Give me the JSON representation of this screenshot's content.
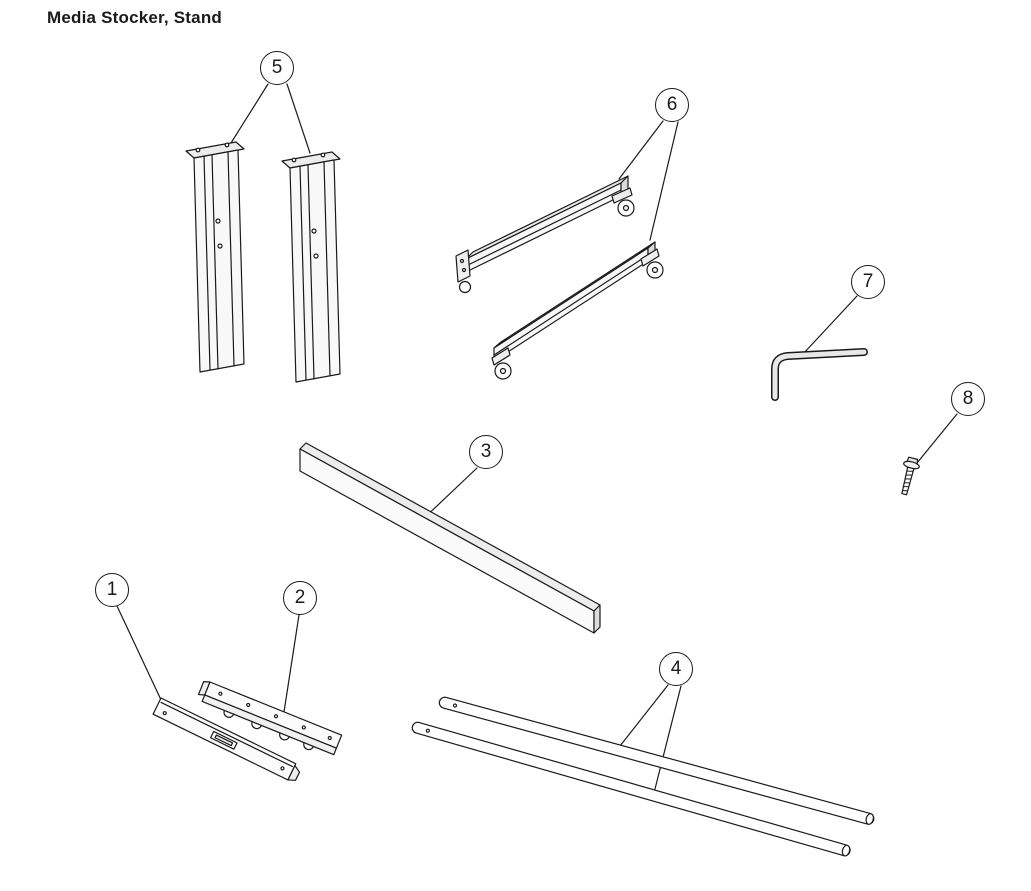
{
  "page": {
    "title": "Media Stocker, Stand"
  },
  "colors": {
    "background": "#ffffff",
    "line": "#1a1a1a"
  },
  "callouts": [
    {
      "label": "1"
    },
    {
      "label": "2"
    },
    {
      "label": "3"
    },
    {
      "label": "4"
    },
    {
      "label": "5"
    },
    {
      "label": "6"
    },
    {
      "label": "7"
    },
    {
      "label": "8"
    }
  ]
}
